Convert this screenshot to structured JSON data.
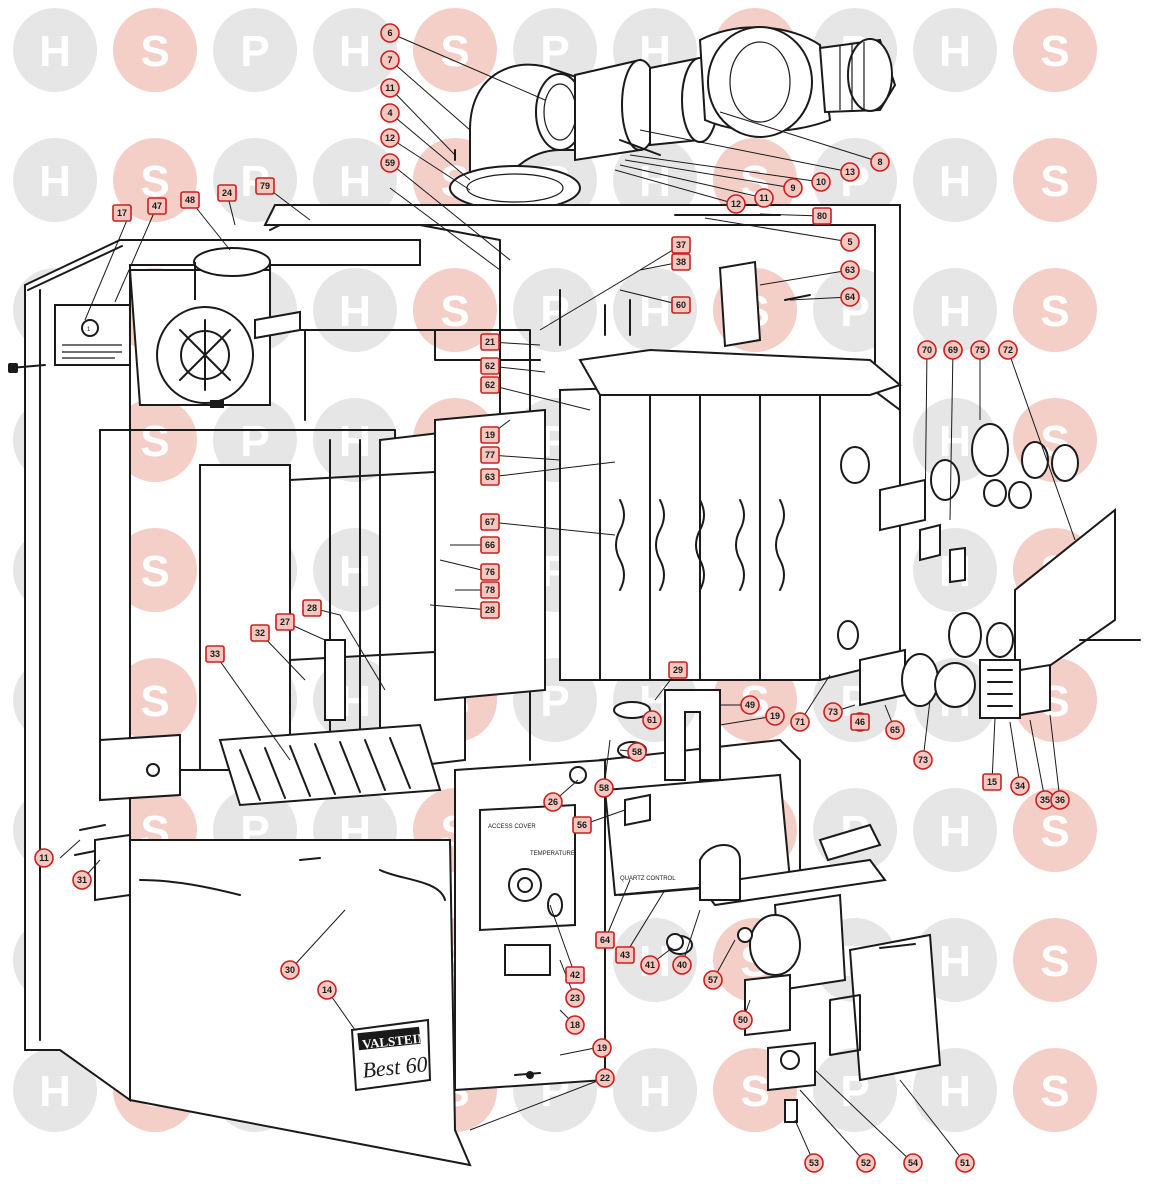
{
  "watermark": {
    "letters": [
      "H",
      "S",
      "P"
    ],
    "circle_color": "#e6e6e6",
    "s_circle_color": "#f3cfc8",
    "letter_color": "#ffffff"
  },
  "callout_style": {
    "fill": "#f4c8c0",
    "stroke": "#c82020"
  },
  "callouts_round": [
    "6",
    "7",
    "11",
    "4",
    "12",
    "59",
    "8",
    "13",
    "10",
    "9",
    "11",
    "12",
    "5",
    "63",
    "64",
    "70",
    "69",
    "75",
    "72",
    "19",
    "49",
    "73",
    "65",
    "73",
    "71",
    "49",
    "34",
    "35",
    "36",
    "58",
    "61",
    "58",
    "26",
    "11",
    "31",
    "30",
    "14",
    "23",
    "18",
    "19",
    "22",
    "41",
    "40",
    "57",
    "50",
    "53",
    "52",
    "54",
    "51"
  ],
  "callouts_square": [
    "17",
    "47",
    "48",
    "24",
    "79",
    "80",
    "37",
    "38",
    "60",
    "62",
    "21",
    "62",
    "77",
    "19",
    "63",
    "67",
    "66",
    "76",
    "78",
    "28",
    "28",
    "27",
    "32",
    "33",
    "29",
    "56",
    "64",
    "43",
    "42",
    "15",
    "46"
  ],
  "nameplate": {
    "brand": "VALSTEIN",
    "model": "Best 60"
  },
  "panel_texts": {
    "control_heading": "ACCESS COVER",
    "control_knob": "TEMPERATURE",
    "box_label": "QUARTZ CONTROL",
    "symbol": "1"
  }
}
